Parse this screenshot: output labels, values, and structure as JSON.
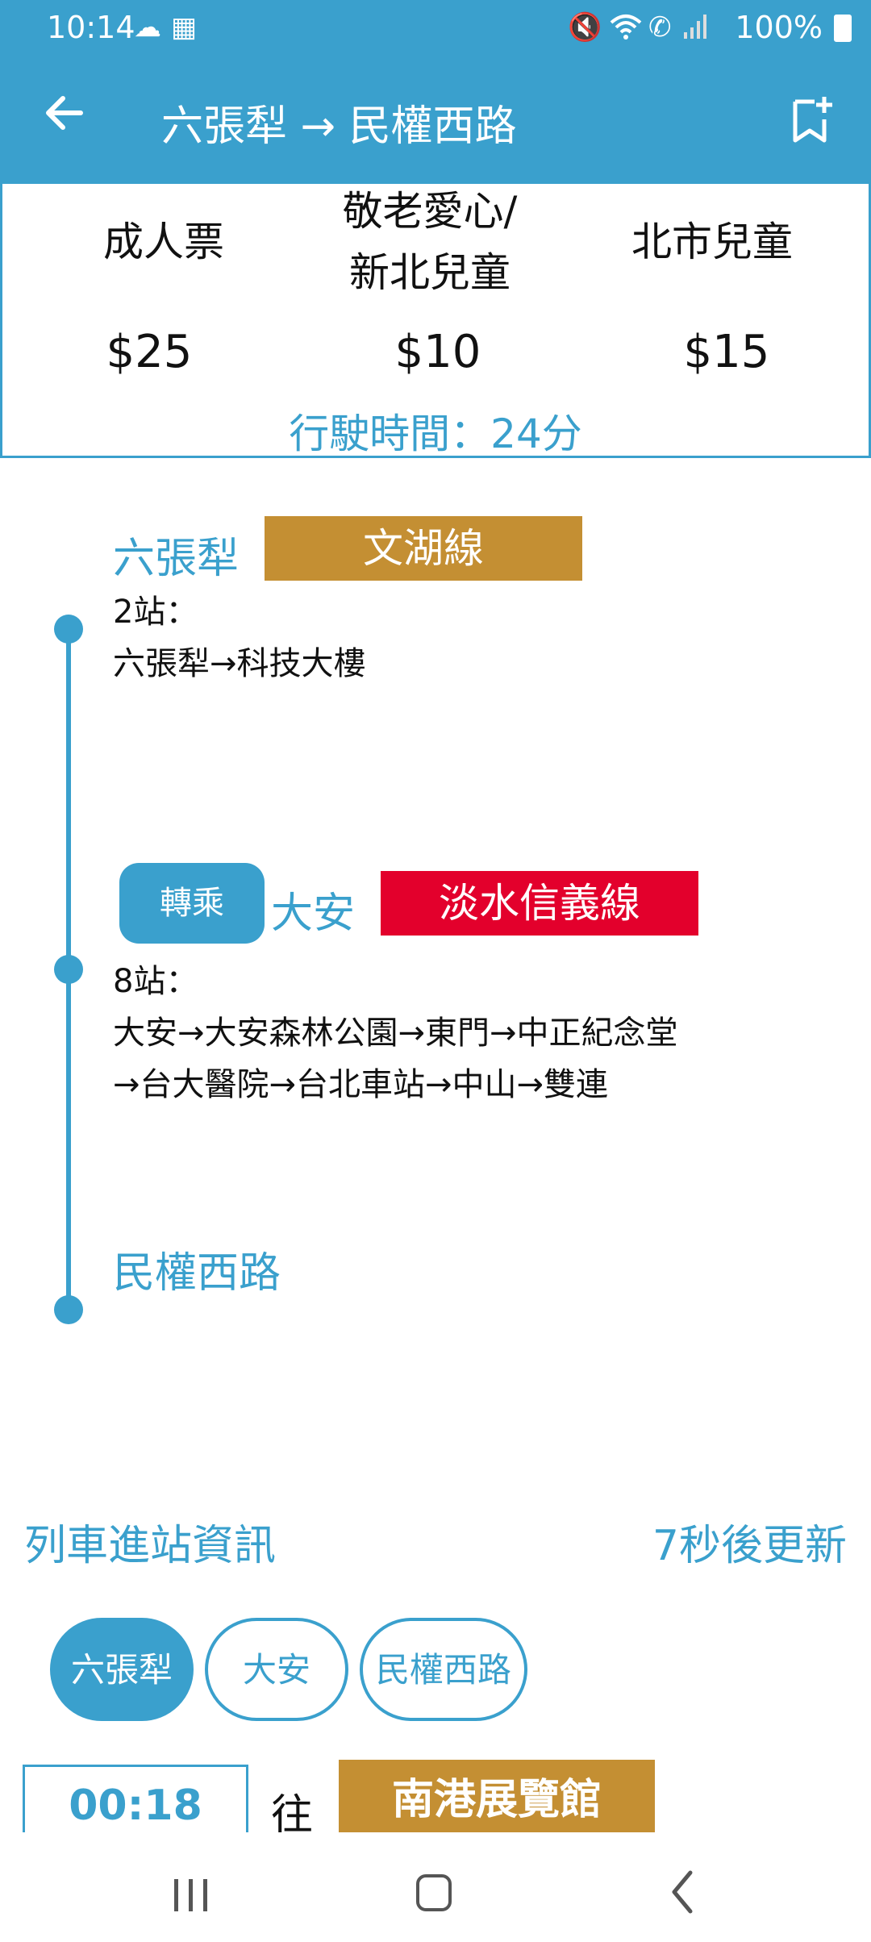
{
  "status_bar": {
    "time": "10:14",
    "battery": "100%",
    "icons": [
      "cloud-icon",
      "calendar-icon",
      "mute-icon",
      "wifi-icon",
      "wifi-calling-icon",
      "signal-icon",
      "battery-icon"
    ]
  },
  "app_bar": {
    "title": "六張犁 → 民權西路",
    "back_icon": "back-arrow-icon",
    "bookmark_icon": "bookmark-add-icon"
  },
  "fare": {
    "adult_label": "成人票",
    "senior_label_line1": "敬老愛心/",
    "senior_label_line2": "新北兒童",
    "child_label": "北市兒童",
    "adult_price": "$25",
    "senior_price": "$10",
    "child_price": "$15",
    "travel_time": "行駛時間：24分"
  },
  "route": {
    "leg1": {
      "station": "六張犁",
      "line": "文湖線",
      "line_color": "#c48f33",
      "stop_count": "2站：",
      "stops": "六張犁→科技大樓"
    },
    "leg2": {
      "transfer_label": "轉乘",
      "station": "大安",
      "line": "淡水信義線",
      "line_color": "#e3002c",
      "stop_count": "8站：",
      "stops_line1": "大安→大安森林公園→東門→中正紀念堂",
      "stops_line2": "→台大醫院→台北車站→中山→雙連"
    },
    "destination": "民權西路"
  },
  "arrival": {
    "title": "列車進站資訊",
    "update": "7秒後更新",
    "chips": [
      "六張犁",
      "大安",
      "民權西路"
    ],
    "countdown": "00:18",
    "toward": "往",
    "dest": "南港展覽館"
  }
}
